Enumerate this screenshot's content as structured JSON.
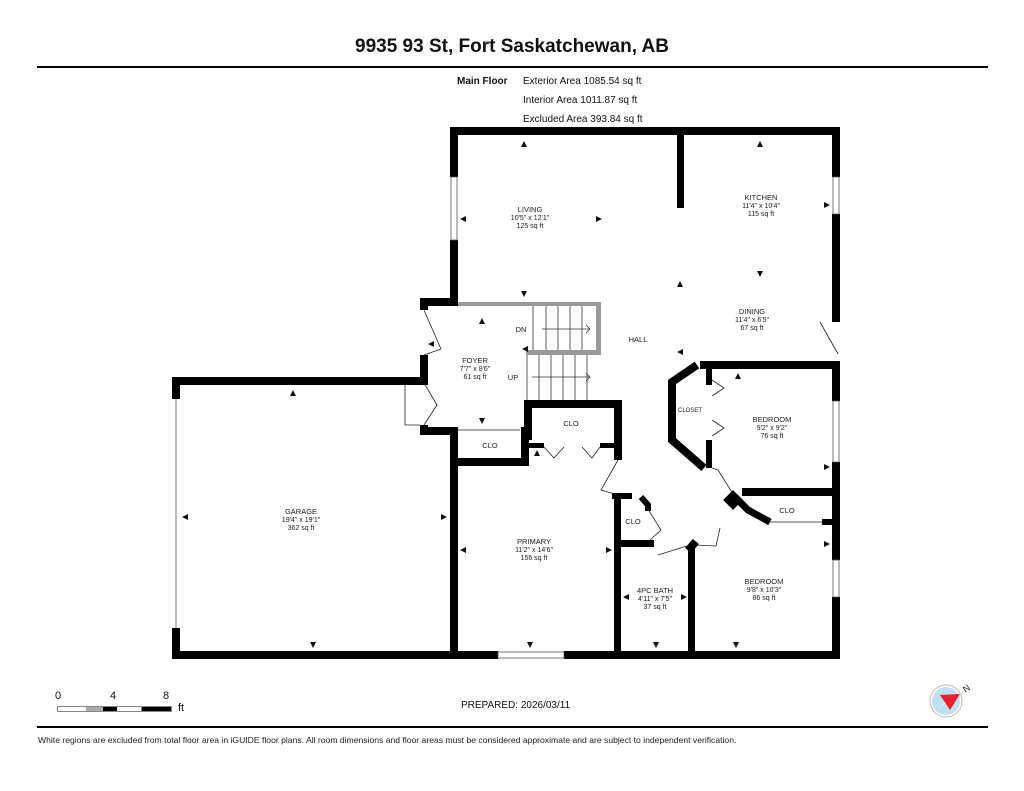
{
  "header": {
    "title": "9935 93 St, Fort Saskatchewan, AB"
  },
  "areas": {
    "floor_name": "Main Floor",
    "exterior": "Exterior Area 1085.54 sq ft",
    "interior": "Interior Area 1011.87 sq ft",
    "excluded": "Excluded Area 393.84 sq ft"
  },
  "rooms": [
    {
      "name": "LIVING",
      "dims": "10'5\" x 12'1\"",
      "area": "125 sq ft"
    },
    {
      "name": "KITCHEN",
      "dims": "11'4\" x 10'4\"",
      "area": "115 sq ft"
    },
    {
      "name": "DINING",
      "dims": "11'4\" x 6'5\"",
      "area": "67 sq ft"
    },
    {
      "name": "FOYER",
      "dims": "7'7\" x 8'6\"",
      "area": "61 sq ft"
    },
    {
      "name": "BEDROOM",
      "dims": "9'2\" x 9'2\"",
      "area": "76 sq ft"
    },
    {
      "name": "GARAGE",
      "dims": "19'4\" x 19'1\"",
      "area": "362 sq ft"
    },
    {
      "name": "PRIMARY",
      "dims": "11'2\" x 14'6\"",
      "area": "156 sq ft"
    },
    {
      "name": "4PC BATH",
      "dims": "4'11\" x 7'5\"",
      "area": "37 sq ft"
    },
    {
      "name": "BEDROOM",
      "dims": "9'8\" x 10'3\"",
      "area": "86 sq ft"
    }
  ],
  "labels": {
    "hall": "HALL",
    "dn": "DN",
    "up": "UP",
    "clo_foyer": "CLO",
    "clo_hall": "CLO",
    "clo_primary": "CLO",
    "clo_bedroom": "CLO",
    "closet": "CLOSET"
  },
  "scale": {
    "ticks": [
      "0",
      "4",
      "8"
    ],
    "unit": "ft"
  },
  "footer": {
    "prepared": "PREPARED: 2026/03/11",
    "disclaimer": "White regions are excluded from total floor area in iGUIDE floor plans. All room dimensions and floor areas must be considered approximate and are subject to independent verification."
  },
  "compass": {
    "north_label": "N",
    "needle_color": "#e8202a",
    "dial_color": "#bfe0f2"
  }
}
